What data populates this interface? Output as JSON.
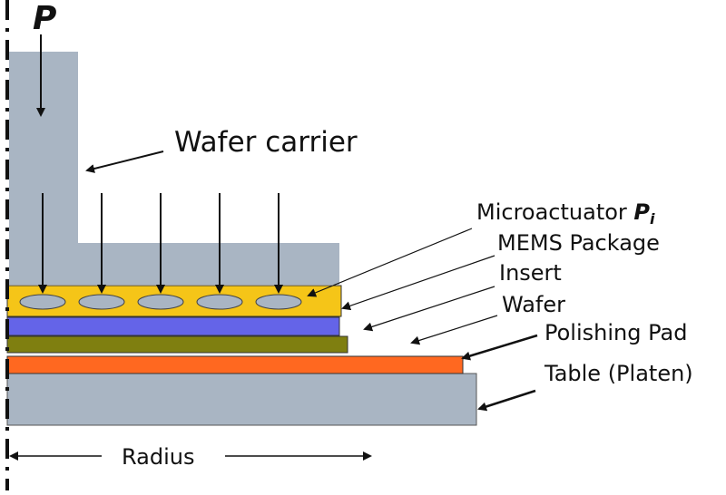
{
  "labels": {
    "force": "P",
    "wafer_carrier": "Wafer carrier",
    "microactuator": "Microactuator ",
    "microactuator_symbol": "P",
    "microactuator_subscript": "i",
    "mems_package": "MEMS Package",
    "insert": "Insert",
    "wafer": "Wafer",
    "polishing_pad": "Polishing Pad",
    "table": "Table (Platen)",
    "radius": "Radius"
  },
  "colors": {
    "carrier": "#a9b5c3",
    "mems_package": "#f5c518",
    "microactuator": "#a9b5c3",
    "insert": "#6464e8",
    "wafer": "#7f7f10",
    "polishing_pad": "#ff6820",
    "table": "#a9b5c3"
  },
  "microactuator_count": 5
}
